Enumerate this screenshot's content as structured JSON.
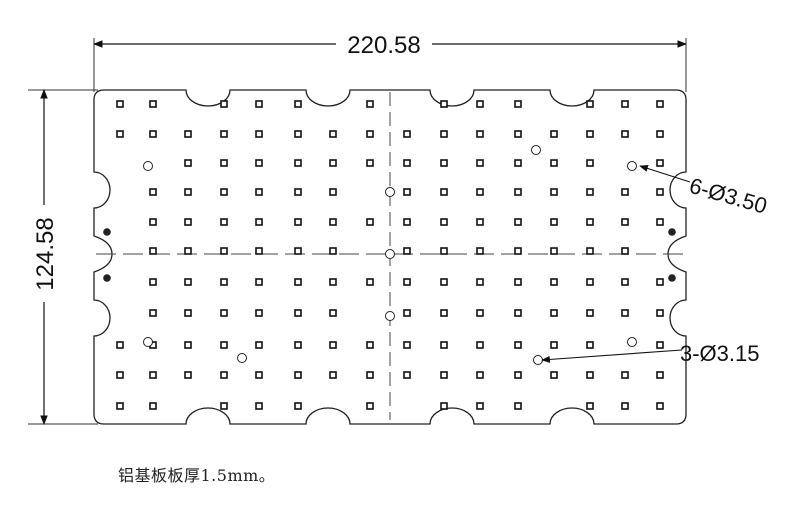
{
  "dimensions": {
    "width_label": "220.58",
    "height_label": "124.58"
  },
  "callouts": {
    "large_holes": "6-Ø3.50",
    "small_holes": "3-Ø3.15"
  },
  "note": "铝基板板厚1.5mm。",
  "board": {
    "led_pad_rows": 11,
    "led_pad_columns": 16
  }
}
